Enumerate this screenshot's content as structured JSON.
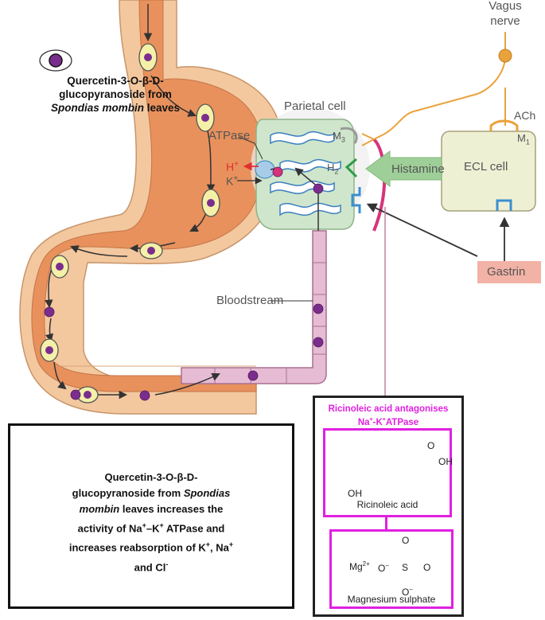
{
  "legend": {
    "line1": "Quercetin-3-O-β-D-",
    "line2": "glucopyranoside from",
    "line3_italic": "Spondias mombin",
    "line3_rest": " leaves"
  },
  "labels": {
    "vagus_1": "Vagus",
    "vagus_2": "nerve",
    "parietal": "Parietal cell",
    "atpase": "ATPase",
    "h_ion": "H",
    "k_ion": "K",
    "plus": "+",
    "m3": "M",
    "m3_sub": "3",
    "h2": "H",
    "h2_sub": "2",
    "ach": "ACh",
    "m1": "M",
    "m1_sub": "1",
    "ecl": "ECL cell",
    "histamine": "Histamine",
    "gastrin": "Gastrin",
    "bloodstream": "Bloodstream"
  },
  "info_box": {
    "line1": "Quercetin-3-O-β-D-",
    "line2_a": "glucopyranoside from ",
    "line2_b": "Spondias",
    "line3_a": "mombin",
    "line3_b": " leaves increases the",
    "line4_a": "activity of Na",
    "line4_b": "–K",
    "line4_c": " ATPase and",
    "line5": "increases reabsorption of K",
    "line5_b": ", Na",
    "line6": "and Cl",
    "sup_plus": "+",
    "sup_minus": "-"
  },
  "ricinoleic": {
    "title_1": "Ricinoleic acid antagonises",
    "title_2": "Na",
    "title_3": "-K",
    "title_4": "ATPase",
    "sup_plus": "+",
    "oh_top": "OH",
    "o_top": "O",
    "oh_bottom": "OH",
    "name": "Ricinoleic acid"
  },
  "mgso4": {
    "mg": "Mg",
    "mg_charge": "2+",
    "o": "O",
    "s": "S",
    "minus": "–",
    "name": "Magnesium sulphate"
  },
  "colors": {
    "stomach_outer": "#f3c89f",
    "stomach_inner": "#e8915c",
    "parietal_fill": "#cfe6cc",
    "ecl_fill": "#eef0d4",
    "histamine_arrow": "#9fcf98",
    "gastrin_box": "#f2b2a6",
    "vagus": "#eaa23c",
    "pink_receptor": "#d6337b",
    "magenta_box": "#e020e0",
    "molecule": "#7b2d8e",
    "bloodstream": "#e6bcd4"
  }
}
